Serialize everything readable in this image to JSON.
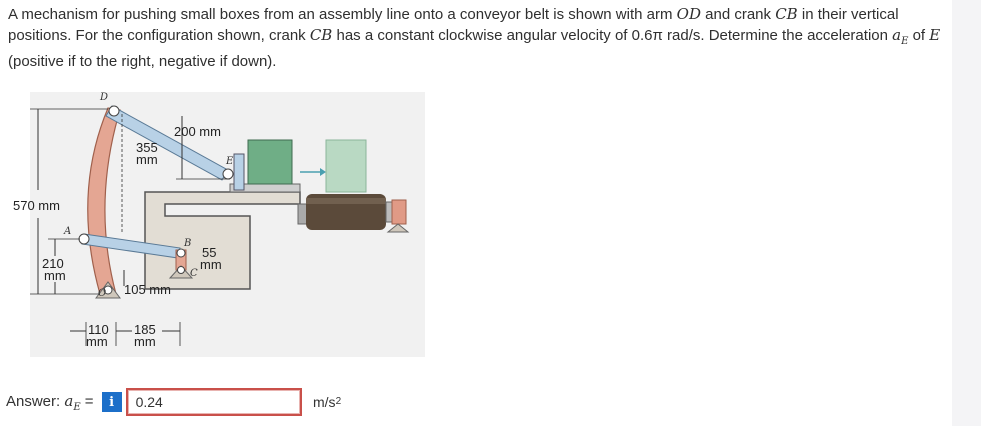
{
  "problem": {
    "part1": "A mechanism for pushing small boxes from an assembly line onto a conveyor belt is shown with arm ",
    "od": "OD",
    "part2": " and crank ",
    "cb1": "CB",
    "part3": " in their vertical positions. For the configuration shown, crank ",
    "cb2": "CB",
    "part4": " has a constant clockwise angular velocity of 0.6π rad/s. Determine the acceleration ",
    "accel_symbol": "a",
    "accel_sub": "E",
    "part5": " of ",
    "e": "E",
    "part6": " (positive if to the right, negative if down)."
  },
  "figure": {
    "dims": {
      "d570": "570 mm",
      "d210a": "210",
      "d210b": "mm",
      "d355a": "355",
      "d355b": "mm",
      "d200": "200 mm",
      "d55a": "55",
      "d55b": "mm",
      "d105": "105 mm",
      "d110a": "110",
      "d110b": "mm",
      "d185a": "185",
      "d185b": "mm"
    },
    "labels": {
      "D": "D",
      "A": "A",
      "B": "B",
      "C": "C",
      "O": "O",
      "E": "E"
    },
    "colors": {
      "arm": "#e4a693",
      "link": "#b8d1e6",
      "box_green": "#6fae86",
      "box_light": "#b9d9c3",
      "roller": "#5b4a3a",
      "ground": "#d4cec4"
    }
  },
  "answer": {
    "label_prefix": "Answer: ",
    "symbol": "a",
    "sub": "E",
    "equals": " =",
    "info": "i",
    "value": "0.24",
    "unit_base": "m/s",
    "unit_exp": "2"
  }
}
